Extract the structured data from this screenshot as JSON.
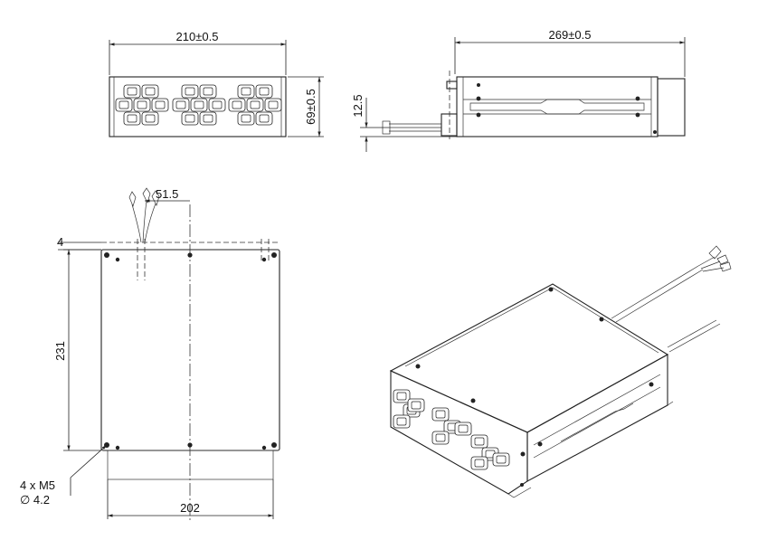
{
  "drawing": {
    "front_view": {
      "width": "210±0.5",
      "height": "69±0.5"
    },
    "side_view": {
      "length": "269±0.5",
      "cable_offset": "12.5"
    },
    "top_view": {
      "length": "231",
      "width": "202",
      "edge_offset": "4",
      "cable_offset": "51.5",
      "hole_note_line1": "4 x M5",
      "hole_note_line2": "∅ 4.2"
    }
  },
  "colors": {
    "line": "#222222",
    "background": "#ffffff"
  }
}
